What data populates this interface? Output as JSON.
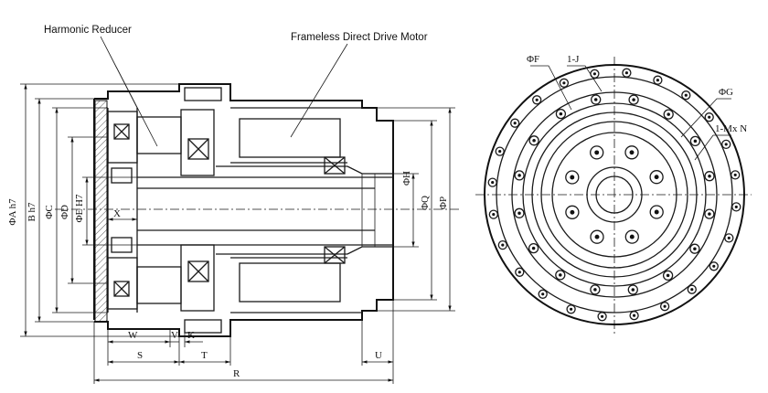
{
  "callouts": {
    "harmonic_reducer": "Harmonic Reducer",
    "frameless_motor": "Frameless Direct Drive Motor"
  },
  "side_view": {
    "dia_A": "ΦA h7",
    "dia_B": "B h7",
    "dia_C": "ΦC",
    "dia_D": "ΦD",
    "dia_E": "ΦE H7",
    "dia_H": "ΦH",
    "dia_Q": "ΦQ",
    "dia_P": "ΦP",
    "dim_X": "X",
    "dim_W": "W",
    "dim_V": "V",
    "dim_K": "K",
    "dim_S": "S",
    "dim_T": "T",
    "dim_U": "U",
    "dim_R": "R"
  },
  "front_view": {
    "dia_F": "ΦF",
    "hole_J": "1-J",
    "dia_G": "ΦG",
    "holes_N": "1-Mx N"
  }
}
